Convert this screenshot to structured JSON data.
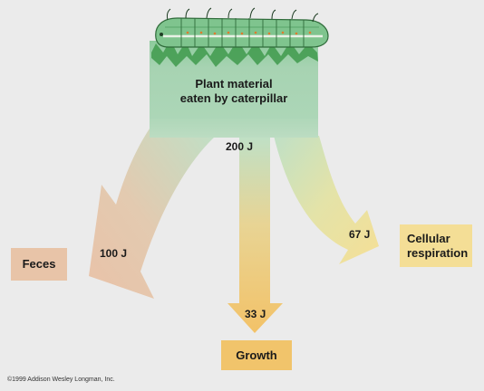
{
  "source": {
    "line1": "Plant material",
    "line2": "eaten by caterpillar",
    "energy": "200 J"
  },
  "flows": {
    "feces": {
      "label": "Feces",
      "energy": "100 J",
      "color": "#e8c4a8"
    },
    "growth": {
      "label": "Growth",
      "energy": "33 J",
      "color": "#f1c46b"
    },
    "respiration": {
      "line1": "Cellular",
      "line2": "respiration",
      "energy": "67 J",
      "color": "#f4de96"
    }
  },
  "colors": {
    "source_box": "#a9d4b5",
    "caterpillar_body": "#7fc48e",
    "background": "#ebebeb"
  },
  "icons": {
    "caterpillar": "caterpillar-icon",
    "leaf": "leaf-icon"
  },
  "copyright": "©1999 Addison Wesley Longman, Inc."
}
